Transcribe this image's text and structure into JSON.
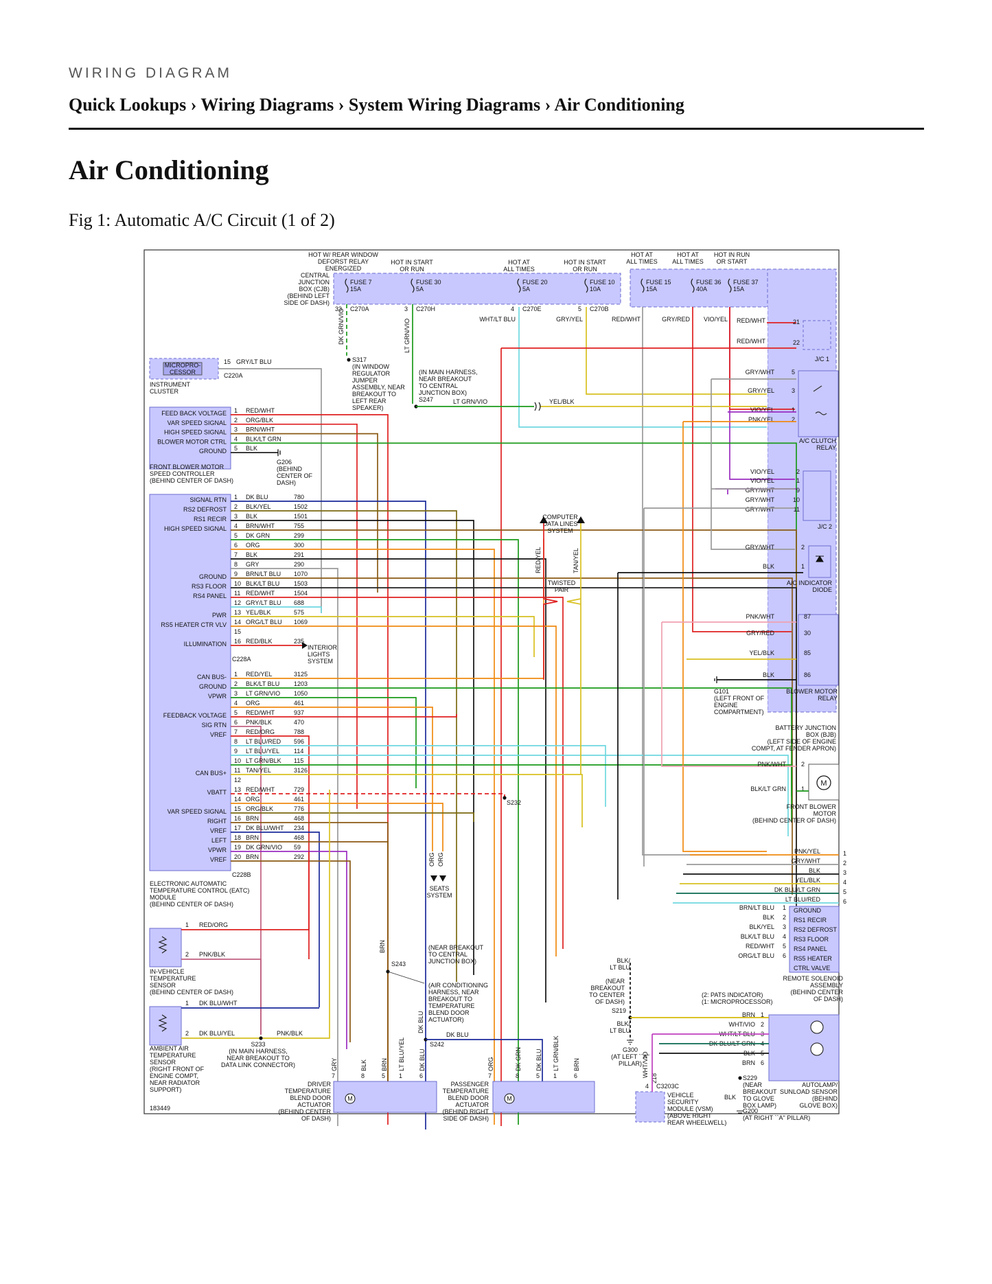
{
  "header": {
    "kicker": "WIRING DIAGRAM",
    "breadcrumb": "Quick Lookups › Wiring Diagrams › System Wiring Diagrams › Air Conditioning",
    "title": "Air Conditioning",
    "figure_caption": "Fig 1: Automatic A/C Circuit (1 of 2)"
  },
  "diagram": {
    "id": "183449",
    "notes_top": [
      "HOT W/ REAR WINDOW",
      "DEFORST RELAY",
      "ENERGIZED",
      "HOT IN START",
      "OR RUN",
      "HOT AT",
      "ALL TIMES",
      "HOT IN START",
      "OR RUN",
      "HOT AT",
      "ALL TIMES",
      "HOT AT",
      "ALL TIMES",
      "HOT IN RUN",
      "OR START"
    ],
    "cjb_label": [
      "CENTRAL",
      "JUNCTION",
      "BOX (CJB)",
      "(BEHIND LEFT",
      "SIDE OF DASH)"
    ],
    "fuses": [
      {
        "name": "FUSE 7",
        "amp": "15A"
      },
      {
        "name": "FUSE 30",
        "amp": "5A"
      },
      {
        "name": "FUSE 20",
        "amp": "5A"
      },
      {
        "name": "FUSE 10",
        "amp": "10A"
      },
      {
        "name": "FUSE 15",
        "amp": "15A"
      },
      {
        "name": "FUSE 36",
        "amp": "40A"
      },
      {
        "name": "FUSE 37",
        "amp": "15A"
      }
    ],
    "connectors_top": [
      {
        "pin": "33",
        "name": "C270A"
      },
      {
        "pin": "3",
        "name": "C270H"
      },
      {
        "pin": "4",
        "name": "C270E"
      },
      {
        "pin": "5",
        "name": "C270B"
      }
    ],
    "top_wires": [
      "DK GRN/VIO",
      "LT GRN/VIO",
      "WHT/LT BLU",
      "GRY/YEL",
      "RED/WHT",
      "GRY/RED",
      "VIO/YEL",
      "RED/WHT"
    ],
    "splices": {
      "s317": [
        "S317",
        "(IN WINDOW",
        "REGULATOR",
        "JUMPER",
        "ASSEMBLY, NEAR",
        "BREAKOUT TO",
        "LEFT REAR",
        "SPEAKER)"
      ],
      "s247": [
        "(IN MAIN HARNESS,",
        "NEAR BREAKOUT",
        "TO CENTRAL",
        "JUNCTION BOX)",
        "S247"
      ],
      "s247_wire": "LT GRN/VIO",
      "yelblk": "YEL/BLK"
    },
    "microprocessor": {
      "label": [
        "MICROPRO-",
        "CESSOR"
      ],
      "pin": "15",
      "wire": "GRY/LT BLU",
      "conn": "C220A",
      "module": [
        "INSTRUMENT",
        "CLUSTER"
      ]
    },
    "blower_ctrl": {
      "pins": [
        {
          "n": "1",
          "name": "FEED BACK VOLTAGE",
          "wire": "RED/WHT"
        },
        {
          "n": "2",
          "name": "VAR SPEED SIGNAL",
          "wire": "ORG/BLK"
        },
        {
          "n": "3",
          "name": "HIGH SPEED SIGNAL",
          "wire": "BRN/WHT"
        },
        {
          "n": "4",
          "name": "BLOWER MOTOR CTRL",
          "wire": "BLK/LT GRN"
        },
        {
          "n": "5",
          "name": "GROUND",
          "wire": "BLK"
        }
      ],
      "module": [
        "FRONT BLOWER MOTOR",
        "SPEED CONTROLLER",
        "(BEHIND CENTER OF DASH)"
      ],
      "ground": [
        "G206",
        "(BEHIND",
        "CENTER OF",
        "DASH)"
      ]
    },
    "eatc_a": {
      "labels": [
        "SIGNAL RTN",
        "RS2 DEFROST",
        "RS1 RECIR",
        "HIGH SPEED SIGNAL",
        "GROUND",
        "RS3 FLOOR",
        "RS4 PANEL",
        "PWR",
        "RS5 HEATER CTR VLV",
        "ILLUMINATION"
      ],
      "pins": [
        {
          "n": "1",
          "wire": "DK BLU",
          "circ": "780"
        },
        {
          "n": "2",
          "wire": "BLK/YEL",
          "circ": "1502"
        },
        {
          "n": "3",
          "wire": "BLK",
          "circ": "1501"
        },
        {
          "n": "4",
          "wire": "BRN/WHT",
          "circ": "755"
        },
        {
          "n": "5",
          "wire": "DK GRN",
          "circ": "299"
        },
        {
          "n": "6",
          "wire": "ORG",
          "circ": "300"
        },
        {
          "n": "7",
          "wire": "BLK",
          "circ": "291"
        },
        {
          "n": "8",
          "wire": "GRY",
          "circ": "290"
        },
        {
          "n": "9",
          "wire": "BRN/LT BLU",
          "circ": "1070"
        },
        {
          "n": "10",
          "wire": "BLK/LT BLU",
          "circ": "1503"
        },
        {
          "n": "11",
          "wire": "RED/WHT",
          "circ": "1504"
        },
        {
          "n": "12",
          "wire": "GRY/LT BLU",
          "circ": "688"
        },
        {
          "n": "13",
          "wire": "YEL/BLK",
          "circ": "575"
        },
        {
          "n": "14",
          "wire": "ORG/LT BLU",
          "circ": "1069"
        },
        {
          "n": "15",
          "wire": "",
          "circ": ""
        },
        {
          "n": "16",
          "wire": "RED/BLK",
          "circ": "235"
        }
      ],
      "conn": "C228A",
      "interior": [
        "INTERIOR",
        "LIGHTS",
        "SYSTEM"
      ]
    },
    "eatc_b": {
      "labels": [
        "CAN BUS-",
        "GROUND",
        "VPWR",
        "FEEDBACK VOLTAGE",
        "SIG RTN",
        "VREF",
        "CAN BUS+",
        "VBATT",
        "VAR SPEED SIGNAL",
        "RIGHT",
        "VREF",
        "LEFT",
        "VPWR",
        "VREF"
      ],
      "pins": [
        {
          "n": "1",
          "wire": "RED/YEL",
          "circ": "3125"
        },
        {
          "n": "2",
          "wire": "BLK/LT BLU",
          "circ": "1203"
        },
        {
          "n": "3",
          "wire": "LT GRN/VIO",
          "circ": "1050"
        },
        {
          "n": "4",
          "wire": "ORG",
          "circ": "461"
        },
        {
          "n": "5",
          "wire": "RED/WHT",
          "circ": "937"
        },
        {
          "n": "6",
          "wire": "PNK/BLK",
          "circ": "470"
        },
        {
          "n": "7",
          "wire": "RED/ORG",
          "circ": "788"
        },
        {
          "n": "8",
          "wire": "LT BLU/RED",
          "circ": "596"
        },
        {
          "n": "9",
          "wire": "LT BLU/YEL",
          "circ": "114"
        },
        {
          "n": "10",
          "wire": "LT GRN/BLK",
          "circ": "115"
        },
        {
          "n": "11",
          "wire": "TAN/YEL",
          "circ": "3126"
        },
        {
          "n": "12",
          "wire": "",
          "circ": ""
        },
        {
          "n": "13",
          "wire": "RED/WHT",
          "circ": "729"
        },
        {
          "n": "14",
          "wire": "ORG",
          "circ": "461"
        },
        {
          "n": "15",
          "wire": "ORG/BLK",
          "circ": "776"
        },
        {
          "n": "16",
          "wire": "BRN",
          "circ": "468"
        },
        {
          "n": "17",
          "wire": "DK BLU/WHT",
          "circ": "234"
        },
        {
          "n": "18",
          "wire": "BRN",
          "circ": "468"
        },
        {
          "n": "19",
          "wire": "DK GRN/VIO",
          "circ": "59"
        },
        {
          "n": "20",
          "wire": "BRN",
          "circ": "292"
        }
      ],
      "conn": "C228B",
      "module": [
        "ELECTRONIC AUTOMATIC",
        "TEMPERATURE CONTROL (EATC)",
        "MODULE",
        "(BEHIND CENTER OF DASH)"
      ],
      "s232": "S232"
    },
    "data_lines": {
      "label": [
        "COMPUTER",
        "DATA LINES",
        "SYSTEM"
      ],
      "wires": [
        "RED/YEL",
        "TAN/YEL"
      ],
      "twisted": [
        "TWISTED",
        "PAIR"
      ]
    },
    "seats": {
      "wires": [
        "ORG",
        "ORG"
      ],
      "label": [
        "SEATS",
        "SYSTEM"
      ]
    },
    "jc1": {
      "pins": [
        {
          "n": "21",
          "wire": "RED/WHT"
        },
        {
          "n": "22",
          "wire": "RED/WHT"
        }
      ],
      "label": "J/C 1"
    },
    "ac_clutch": {
      "pins": [
        {
          "n": "5",
          "wire": "GRY/WHT"
        },
        {
          "n": "3",
          "wire": "GRY/YEL"
        },
        {
          "n": "1",
          "wire": "VIO/YEL"
        },
        {
          "n": "2",
          "wire": "PNK/YEL"
        }
      ],
      "label": [
        "A/C CLUTCH",
        "RELAY"
      ]
    },
    "jc2": {
      "pins": [
        {
          "n": "2",
          "wire": "VIO/YEL"
        },
        {
          "n": "1",
          "wire": "VIO/YEL"
        },
        {
          "n": "9",
          "wire": "GRY/WHT"
        },
        {
          "n": "10",
          "wire": "GRY/WHT"
        },
        {
          "n": "11",
          "wire": "GRY/WHT"
        }
      ],
      "label": "J/C 2"
    },
    "ac_diode": {
      "pins": [
        {
          "n": "2",
          "wire": "GRY/WHT"
        },
        {
          "n": "1",
          "wire": "BLK"
        }
      ],
      "label": [
        "A/C INDICATOR",
        "DIODE"
      ]
    },
    "blower_relay": {
      "pins": [
        {
          "n": "87",
          "wire": "PNK/WHT"
        },
        {
          "n": "30",
          "wire": "GRY/RED"
        },
        {
          "n": "85",
          "wire": "YEL/BLK"
        },
        {
          "n": "86",
          "wire": "BLK"
        }
      ],
      "label": [
        "BLOWER MOTOR",
        "RELAY"
      ]
    },
    "g101": [
      "G101",
      "(LEFT FRONT OF",
      "ENGINE",
      "COMPARTMENT)"
    ],
    "bjb": [
      "BATTERY JUNCTION",
      "BOX (BJB)",
      "(LEFT SIDE OF ENGINE",
      "COMPT, AT FENDER APRON)"
    ],
    "blower_motor": {
      "pins": [
        {
          "n": "2",
          "wire": "PNK/WHT"
        },
        {
          "n": "1",
          "wire": "BLK/LT GRN"
        }
      ],
      "label": [
        "FRONT BLOWER",
        "MOTOR",
        "(BEHIND CENTER OF DASH)"
      ],
      "symbol": "M"
    },
    "right_list": [
      {
        "n": "1",
        "wire": "PNK/YEL"
      },
      {
        "n": "2",
        "wire": "GRY/WHT"
      },
      {
        "n": "3",
        "wire": "BLK"
      },
      {
        "n": "4",
        "wire": "YEL/BLK"
      },
      {
        "n": "5",
        "wire": "DK BLU/LT GRN"
      },
      {
        "n": "6",
        "wire": "LT BLU/RED"
      }
    ],
    "solenoid": {
      "pins": [
        {
          "n": "1",
          "wire": "BRN/LT BLU",
          "name": "GROUND"
        },
        {
          "n": "2",
          "wire": "BLK",
          "name": "RS1 RECIR"
        },
        {
          "n": "3",
          "wire": "BLK/YEL",
          "name": "RS2 DEFROST"
        },
        {
          "n": "4",
          "wire": "BLK/LT BLU",
          "name": "RS3 FLOOR"
        },
        {
          "n": "5",
          "wire": "RED/WHT",
          "name": "RS4 PANEL"
        },
        {
          "n": "6",
          "wire": "ORG/LT BLU",
          "name": "RS5 HEATER"
        }
      ],
      "extra": "CTRL VALVE",
      "label": [
        "REMOTE SOLENOID",
        "ASSEMBLY",
        "(BEHIND CENTER",
        "OF DASH)"
      ]
    },
    "in_vehicle": {
      "pins": [
        {
          "n": "1",
          "wire": "RED/ORG"
        },
        {
          "n": "2",
          "wire": "PNK/BLK"
        }
      ],
      "label": [
        "IN-VEHICLE",
        "TEMPERATURE",
        "SENSOR",
        "(BEHIND CENTER OF DASH)"
      ]
    },
    "ambient": {
      "pins": [
        {
          "n": "1",
          "wire": "DK BLU/WHT"
        },
        {
          "n": "2",
          "wire": "DK BLU/YEL"
        }
      ],
      "extra": "PNK/BLK",
      "label": [
        "AMBIENT AIR",
        "TEMPERATURE",
        "SENSOR",
        "(RIGHT FRONT OF",
        "ENGINE COMPT,",
        "NEAR RADIATOR",
        "SUPPORT)"
      ]
    },
    "s233": [
      "S233",
      "(IN MAIN HARNESS,",
      "NEAR BREAKOUT TO",
      "DATA LINK CONNECTOR)"
    ],
    "s243": {
      "wire": "BRN",
      "name": "S243",
      "note": [
        "(NEAR BREAKOUT",
        "TO CENTRAL",
        "JUNCTION BOX)"
      ],
      "note2": [
        "(AIR CONDITIONING",
        "HARNESS, NEAR",
        "BREAKOUT TO",
        "TEMPERATURE",
        "BLEND DOOR",
        "ACTUATOR)"
      ]
    },
    "s242": {
      "wires": [
        "DK BLU",
        "DK BLU"
      ],
      "name": "S242"
    },
    "driver_act": {
      "pins": [
        {
          "n": "7",
          "wire": "GRY"
        },
        {
          "n": "8",
          "wire": "BLK"
        },
        {
          "n": "5",
          "wire": "BRN"
        },
        {
          "n": "1",
          "wire": "LT BLU/YEL"
        },
        {
          "n": "6",
          "wire": "DK BLU"
        }
      ],
      "label": [
        "DRIVER",
        "TEMPERATURE",
        "BLEND DOOR",
        "ACTUATOR",
        "(BEHIND CENTER",
        "OF DASH)"
      ]
    },
    "pass_act": {
      "pins": [
        {
          "n": "7",
          "wire": "ORG"
        },
        {
          "n": "8",
          "wire": "DK GRN"
        },
        {
          "n": "5",
          "wire": "DK BLU"
        },
        {
          "n": "1",
          "wire": "LT GRN/BLK"
        },
        {
          "n": "6",
          "wire": "BRN"
        }
      ],
      "label": [
        "PASSENGER",
        "TEMPERATURE",
        "BLEND DOOR",
        "ACTUATOR",
        "(BEHIND RIGHT",
        "SIDE OF DASH)"
      ]
    },
    "s219": {
      "wires": [
        "BLK/",
        "LT BLU"
      ],
      "note": [
        "(NEAR",
        "BREAKOUT",
        "TO CENTER",
        "OF DASH)",
        "S219"
      ],
      "g300": [
        "G300",
        "(AT LEFT ``A\"",
        "PILLAR)"
      ]
    },
    "vsm": {
      "pin": "4",
      "wire": "WHT/VIO",
      "circ": "218",
      "conn": "C3203C",
      "label": [
        "VEHICLE",
        "SECURITY",
        "MODULE (VSM)",
        "(ABOVE RIGHT",
        "REAR WHEELWELL)"
      ]
    },
    "sunload": {
      "notes": [
        "(2: PATS INDICATOR)",
        "(1: MICROPROCESSOR)"
      ],
      "pins": [
        {
          "n": "1",
          "wire": "BRN"
        },
        {
          "n": "2",
          "wire": "WHT/VIO"
        },
        {
          "n": "3",
          "wire": "WHT/LT BLU"
        },
        {
          "n": "4",
          "wire": "DK BLU/LT GRN"
        },
        {
          "n": "5",
          "wire": "BLK"
        },
        {
          "n": "6",
          "wire": "BRN"
        }
      ],
      "label": [
        "AUTOLAMP/",
        "SUNLOAD SENSOR",
        "(BEHIND",
        "GLOVE BOX)"
      ]
    },
    "s229": [
      "S229",
      "(NEAR",
      "BREAKOUT",
      "TO GLOVE",
      "BOX LAMP)",
      "G200",
      "(AT RIGHT ``A\" PILLAR)"
    ],
    "s229_wire": "BLK"
  },
  "colors": {
    "module_fill": "#c8c8ff",
    "module_stroke": "#6b6bcf",
    "red": "#e02020",
    "green": "#1a9a1a",
    "blue": "#1a2a9a",
    "orange": "#f08a10",
    "brown": "#8b5a14",
    "lightblue": "#6fd8e0",
    "gray": "#9a9a9a",
    "yellow": "#d8c020"
  }
}
